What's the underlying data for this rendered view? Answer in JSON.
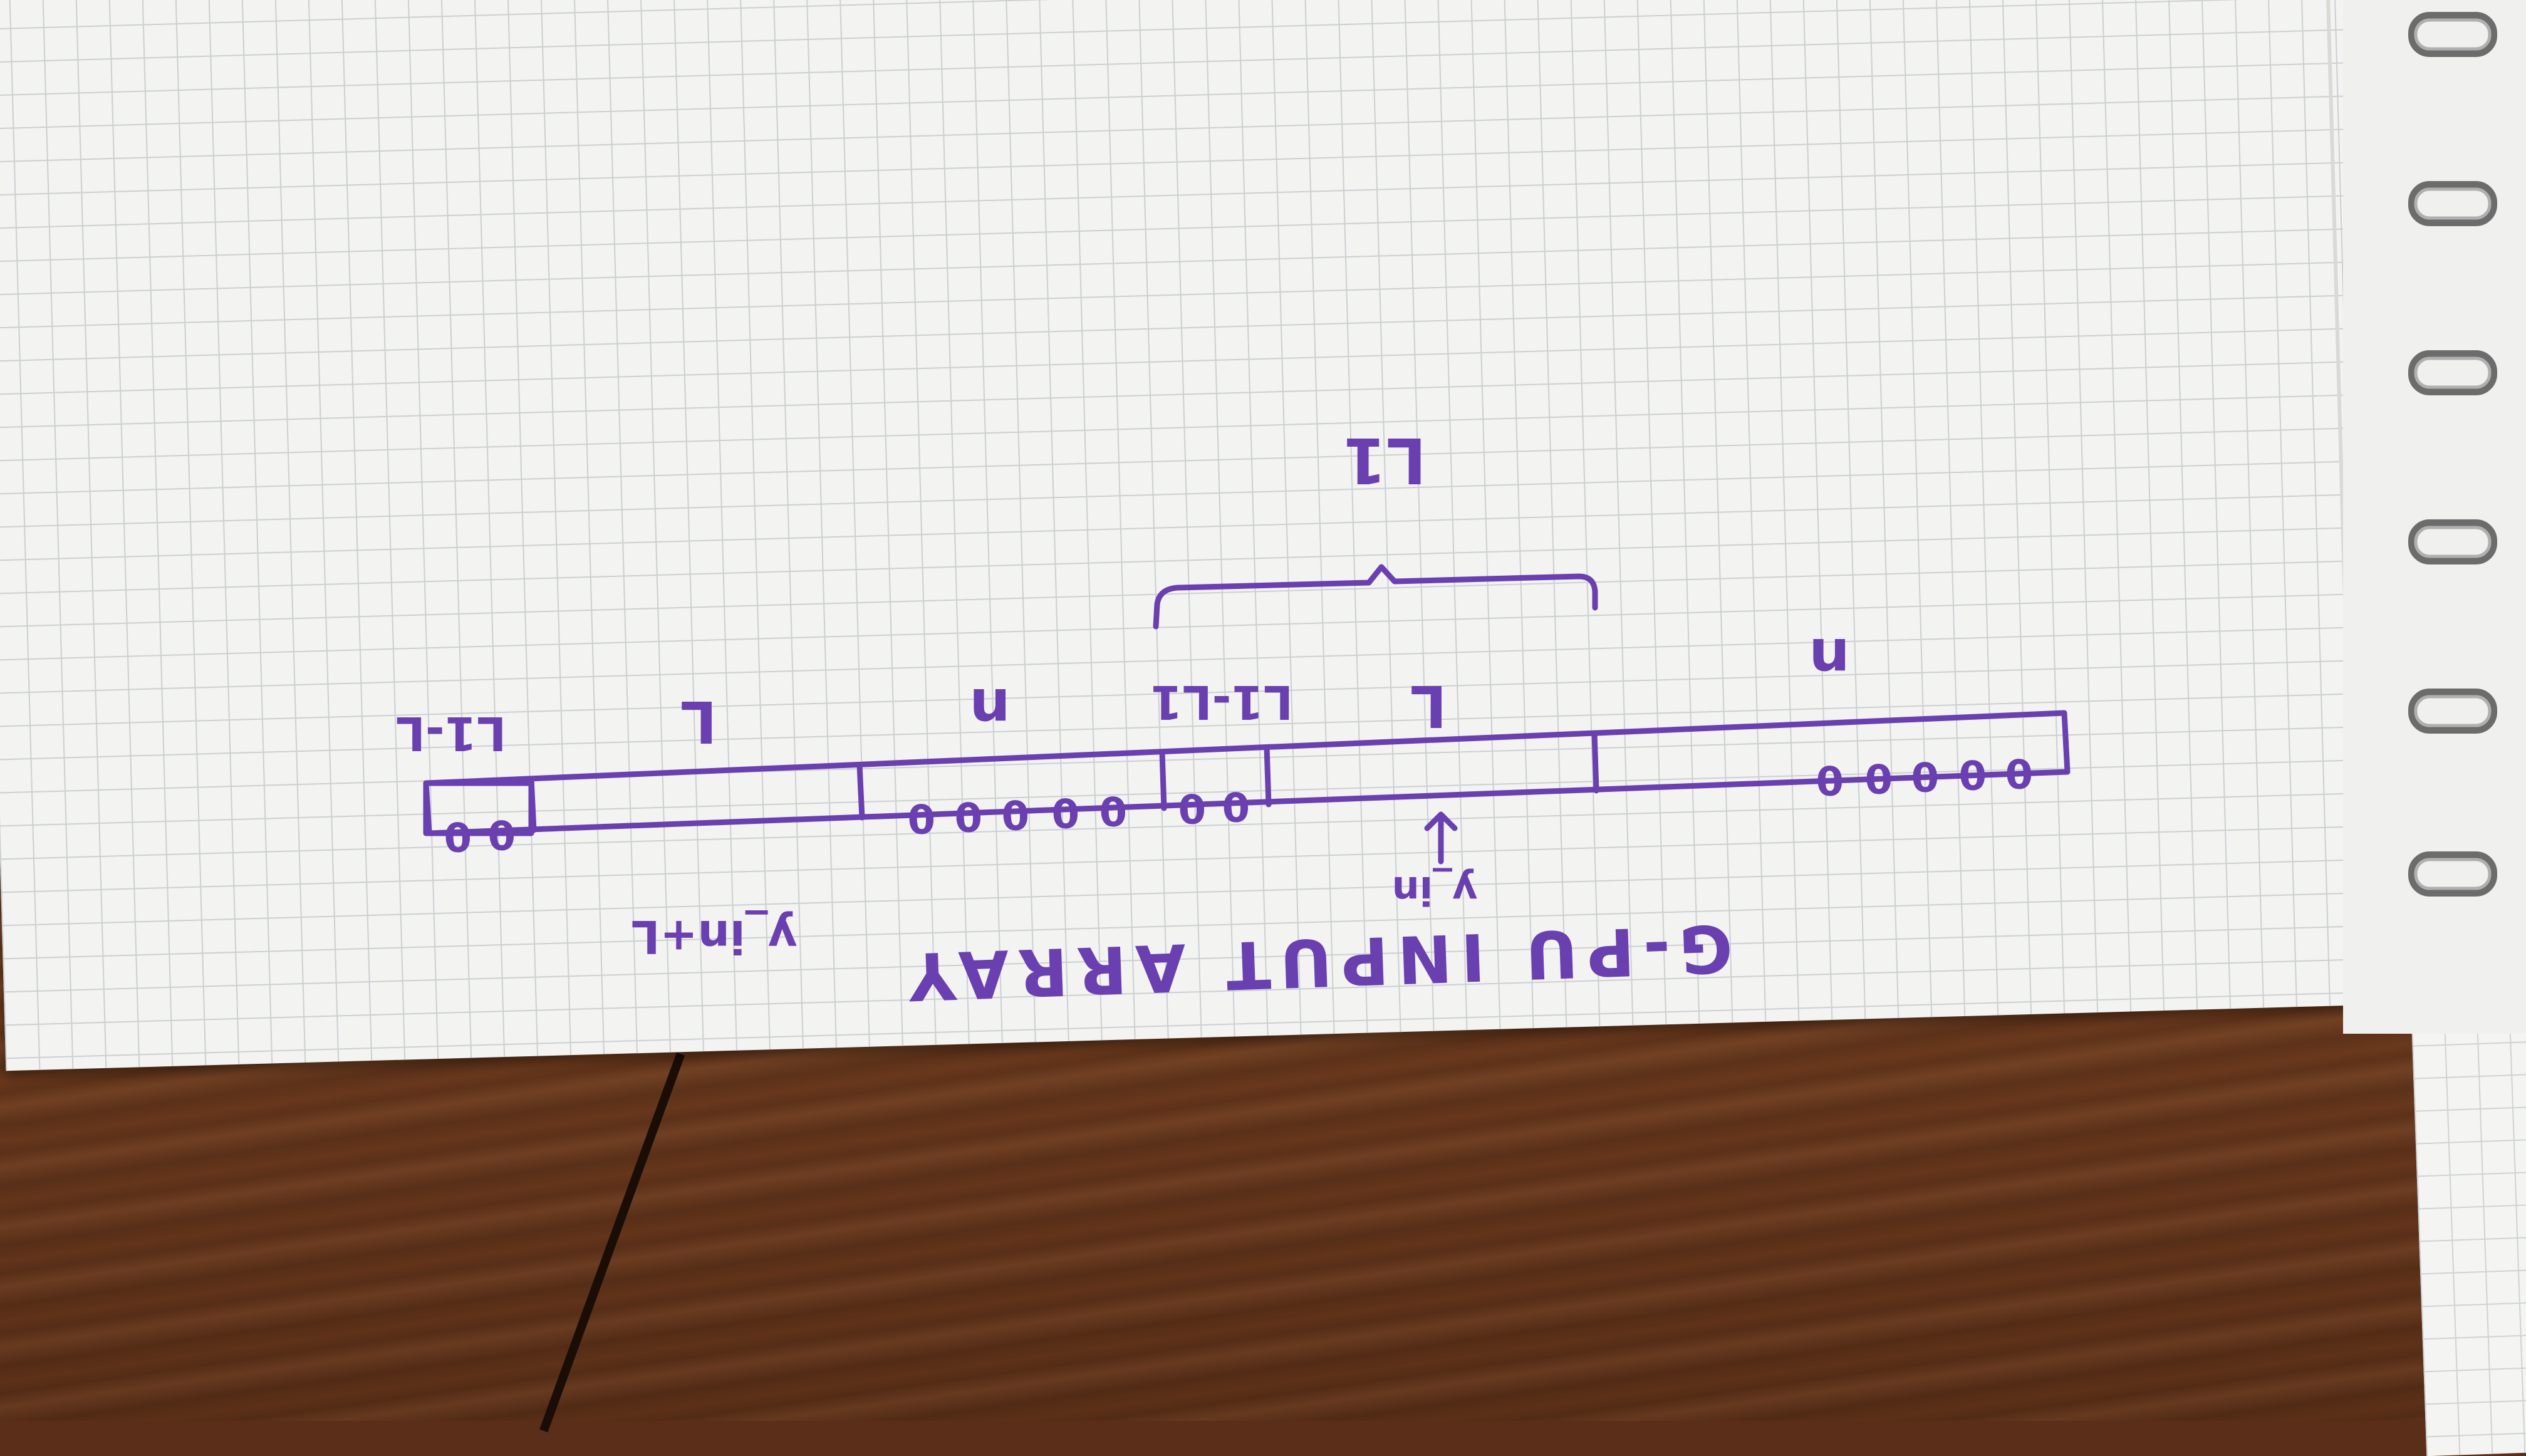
{
  "title": "G-PU INPUT ARRAY",
  "segments": [
    {
      "id": "n-right",
      "label": "n",
      "cells": [
        "0",
        "0",
        "0",
        "0",
        "0"
      ]
    },
    {
      "id": "L-mid",
      "label": "L",
      "cells": []
    },
    {
      "id": "L1-minus-L1",
      "label": "L1-L1",
      "cells": [
        "0",
        "0"
      ]
    },
    {
      "id": "n-mid",
      "label": "n",
      "cells": [
        "0",
        "0",
        "0",
        "0",
        "0"
      ]
    },
    {
      "id": "L-left",
      "label": "L",
      "cells": []
    },
    {
      "id": "L1-minus-L",
      "label": "L1-L",
      "cells": [
        "0",
        "0"
      ]
    }
  ],
  "brace_label": "L1",
  "pointer_label": "y_in",
  "offset_label": "y_in+L",
  "ink_color": "#6a3fb0",
  "notebook_rings": 6
}
